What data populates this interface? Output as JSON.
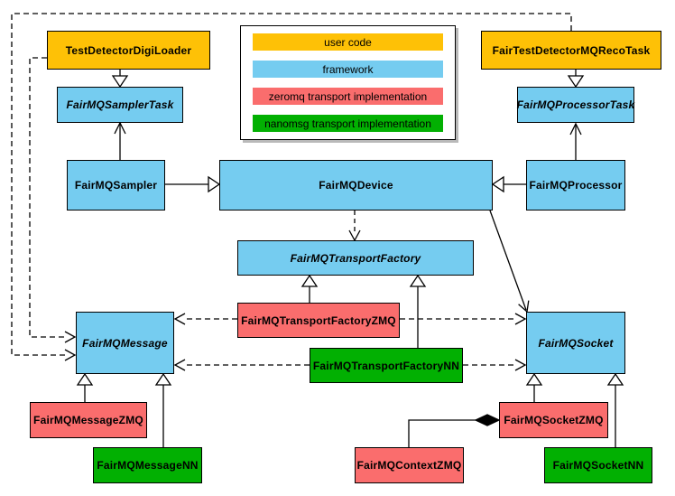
{
  "diagram": {
    "subject": "FairMQ class diagram",
    "colors": {
      "user_code": "#fec106",
      "framework": "#75ccf0",
      "zeromq": "#fa6d6d",
      "nanomsg": "#02b002",
      "line": "#000000",
      "background": "#ffffff"
    }
  },
  "colors": {
    "user_code": "#fec106",
    "framework": "#75ccf0",
    "zeromq": "#fa6d6d",
    "nanomsg": "#02b002"
  },
  "legend": {
    "items": [
      {
        "label": "user code",
        "type": "user_code"
      },
      {
        "label": "framework",
        "type": "framework"
      },
      {
        "label": "zeromq transport implementation",
        "type": "zeromq"
      },
      {
        "label": "nanomsg transport implementation",
        "type": "nanomsg"
      }
    ]
  },
  "nodes": {
    "testDetectorDigiLoader": {
      "label": "TestDetectorDigiLoader",
      "type": "user_code",
      "abstract": false
    },
    "fairTestDetectorMQRecoTask": {
      "label": "FairTestDetectorMQRecoTask",
      "type": "user_code",
      "abstract": false
    },
    "fairMQSamplerTask": {
      "label": "FairMQSamplerTask",
      "type": "framework",
      "abstract": true
    },
    "fairMQProcessorTask": {
      "label": "FairMQProcessorTask",
      "type": "framework",
      "abstract": true
    },
    "fairMQSampler": {
      "label": "FairMQSampler",
      "type": "framework",
      "abstract": false
    },
    "fairMQDevice": {
      "label": "FairMQDevice",
      "type": "framework",
      "abstract": false
    },
    "fairMQProcessor": {
      "label": "FairMQProcessor",
      "type": "framework",
      "abstract": false
    },
    "fairMQTransportFactory": {
      "label": "FairMQTransportFactory",
      "type": "framework",
      "abstract": true
    },
    "fairMQTransportFactoryZMQ": {
      "label": "FairMQTransportFactoryZMQ",
      "type": "zeromq",
      "abstract": false
    },
    "fairMQTransportFactoryNN": {
      "label": "FairMQTransportFactoryNN",
      "type": "nanomsg",
      "abstract": false
    },
    "fairMQMessage": {
      "label": "FairMQMessage",
      "type": "framework",
      "abstract": true
    },
    "fairMQSocket": {
      "label": "FairMQSocket",
      "type": "framework",
      "abstract": true
    },
    "fairMQMessageZMQ": {
      "label": "FairMQMessageZMQ",
      "type": "zeromq",
      "abstract": false
    },
    "fairMQMessageNN": {
      "label": "FairMQMessageNN",
      "type": "nanomsg",
      "abstract": false
    },
    "fairMQSocketZMQ": {
      "label": "FairMQSocketZMQ",
      "type": "zeromq",
      "abstract": false
    },
    "fairMQContextZMQ": {
      "label": "FairMQContextZMQ",
      "type": "zeromq",
      "abstract": false
    },
    "fairMQSocketNN": {
      "label": "FairMQSocketNN",
      "type": "nanomsg",
      "abstract": false
    }
  },
  "edges": [
    {
      "from": "TestDetectorDigiLoader",
      "to": "FairMQSamplerTask",
      "kind": "inheritance-triangle"
    },
    {
      "from": "FairTestDetectorMQRecoTask",
      "to": "FairMQProcessorTask",
      "kind": "inheritance-triangle"
    },
    {
      "from": "FairMQSampler",
      "to": "FairMQSamplerTask",
      "kind": "association-open-arrow"
    },
    {
      "from": "FairMQProcessor",
      "to": "FairMQProcessorTask",
      "kind": "association-open-arrow"
    },
    {
      "from": "FairMQSampler",
      "to": "FairMQDevice",
      "kind": "inheritance-triangle"
    },
    {
      "from": "FairMQProcessor",
      "to": "FairMQDevice",
      "kind": "inheritance-triangle"
    },
    {
      "from": "FairMQDevice",
      "to": "FairMQTransportFactory",
      "kind": "dependency-dashed"
    },
    {
      "from": "FairMQDevice",
      "to": "FairMQSocket",
      "kind": "association-open-arrow"
    },
    {
      "from": "FairMQTransportFactoryZMQ",
      "to": "FairMQTransportFactory",
      "kind": "inheritance-triangle"
    },
    {
      "from": "FairMQTransportFactoryNN",
      "to": "FairMQTransportFactory",
      "kind": "inheritance-triangle"
    },
    {
      "from": "FairMQTransportFactoryZMQ",
      "to": "FairMQMessage",
      "kind": "dependency-dashed"
    },
    {
      "from": "FairMQTransportFactoryZMQ",
      "to": "FairMQSocket",
      "kind": "dependency-dashed"
    },
    {
      "from": "FairMQTransportFactoryNN",
      "to": "FairMQMessage",
      "kind": "dependency-dashed"
    },
    {
      "from": "FairMQTransportFactoryNN",
      "to": "FairMQSocket",
      "kind": "dependency-dashed"
    },
    {
      "from": "TestDetectorDigiLoader",
      "to": "FairMQMessage",
      "kind": "dependency-dashed"
    },
    {
      "from": "FairTestDetectorMQRecoTask",
      "to": "FairMQMessage",
      "kind": "dependency-dashed"
    },
    {
      "from": "FairMQMessageZMQ",
      "to": "FairMQMessage",
      "kind": "inheritance-triangle"
    },
    {
      "from": "FairMQMessageNN",
      "to": "FairMQMessage",
      "kind": "inheritance-triangle"
    },
    {
      "from": "FairMQSocketZMQ",
      "to": "FairMQSocket",
      "kind": "inheritance-triangle"
    },
    {
      "from": "FairMQSocketNN",
      "to": "FairMQSocket",
      "kind": "inheritance-triangle"
    },
    {
      "from": "FairMQContextZMQ",
      "to": "FairMQSocketZMQ",
      "kind": "composition-diamond"
    }
  ]
}
